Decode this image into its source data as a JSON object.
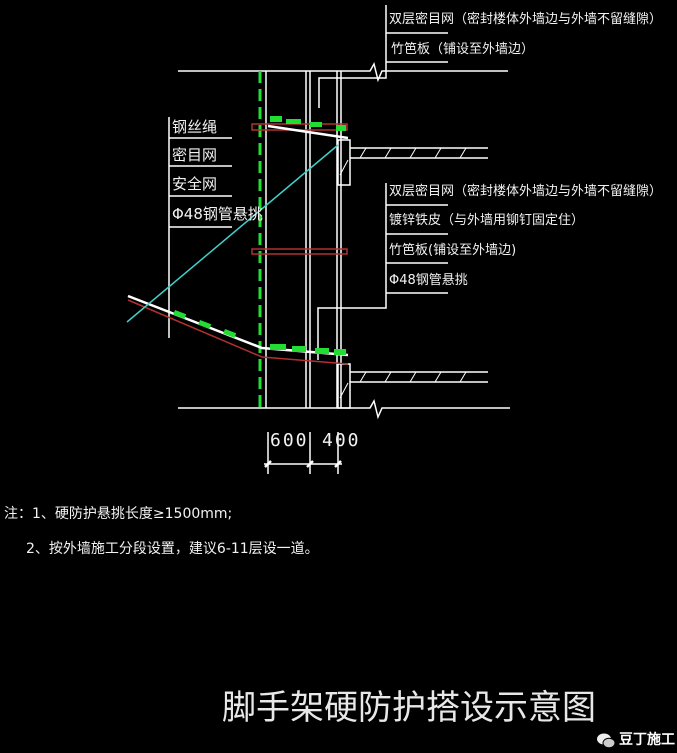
{
  "upper_labels": [
    "双层密目网（密封楼体外墙边与外墙不留缝隙）",
    "竹笆板（铺设至外墙边）"
  ],
  "left_labels": [
    "钢丝绳",
    "密目网",
    "安全网",
    "Φ48钢管悬挑"
  ],
  "lower_labels": [
    "双层密目网（密封楼体外墙边与外墙不留缝隙）",
    "镀锌铁皮（与外墙用铆钉固定住）",
    "竹笆板(铺设至外墙边)",
    "Φ48钢管悬挑"
  ],
  "dimensions": [
    "600",
    "400"
  ],
  "notes": [
    "注：1、硬防护悬挑长度≥1500mm;",
    "2、按外墙施工分段设置，建议6-11层设一道。"
  ],
  "title": "脚手架硬防护搭设示意图",
  "watermark": {
    "text": "豆丁施工",
    "icon": "wechat-icon"
  },
  "colors": {
    "background": "#000000",
    "line": "#ffffff",
    "green": "#22dd33",
    "red": "#b03030",
    "cyan": "#40d0c8"
  }
}
